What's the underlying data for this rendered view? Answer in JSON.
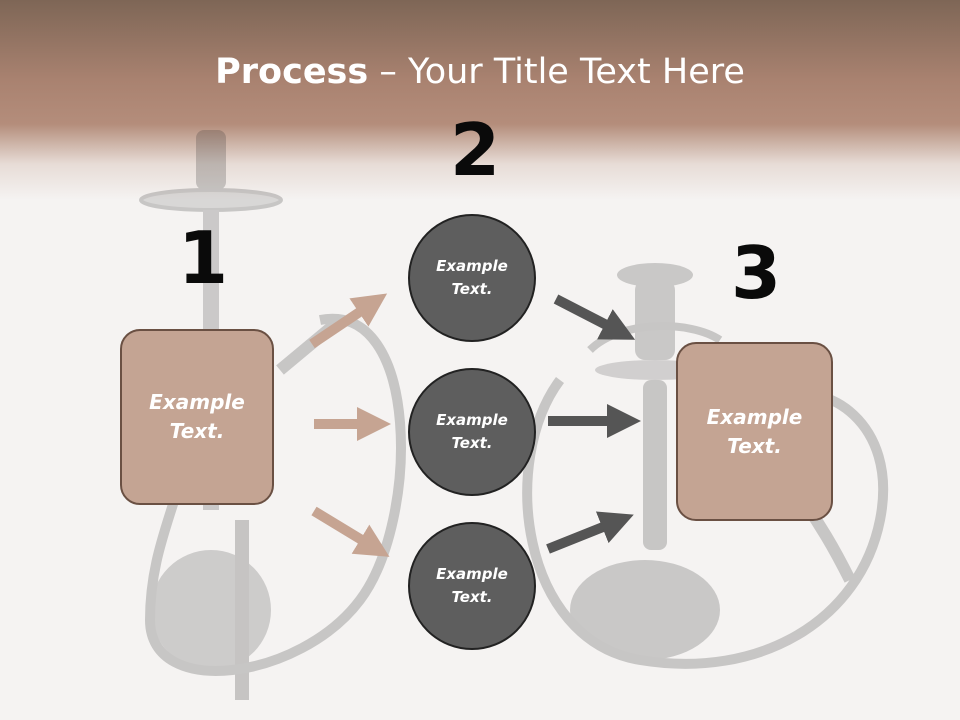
{
  "slide": {
    "title_strong": "Process",
    "title_dash": " – ",
    "title_rest": "Your Title Text Here"
  },
  "steps": {
    "one": {
      "number": "1",
      "box_line1": "Example",
      "box_line2": "Text."
    },
    "two": {
      "number": "2",
      "circles": [
        {
          "line1": "Example",
          "line2": "Text."
        },
        {
          "line1": "Example",
          "line2": "Text."
        },
        {
          "line1": "Example",
          "line2": "Text."
        }
      ]
    },
    "three": {
      "number": "3",
      "box_line1": "Example",
      "box_line2": "Text."
    }
  },
  "colors": {
    "header": "#a98270",
    "box_fill": "#c4a493",
    "box_border": "#6a5043",
    "circle_fill": "#5e5e5e",
    "arrow_light": "#c6a492",
    "arrow_dark": "#555555"
  }
}
